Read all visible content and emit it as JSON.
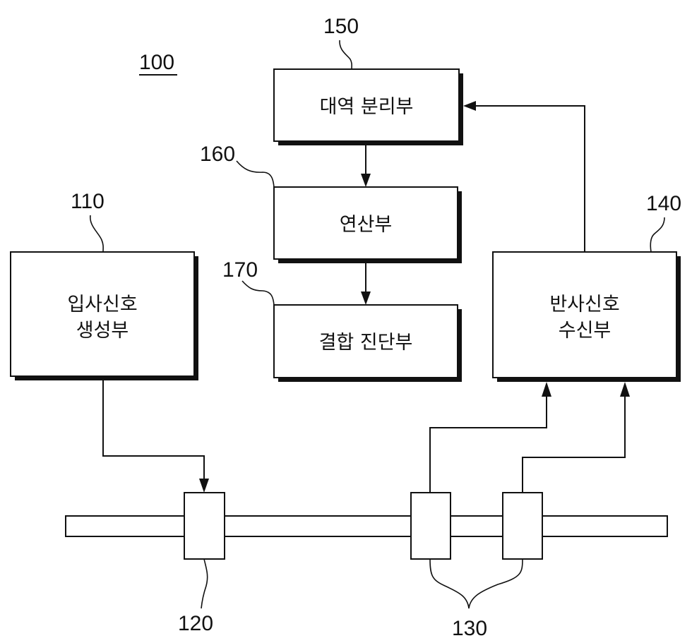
{
  "figure": {
    "reference": "100",
    "blocks": [
      {
        "id": "110",
        "label_lines": [
          "입사신호",
          "생성부"
        ]
      },
      {
        "id": "150",
        "label_lines": [
          "대역 분리부"
        ]
      },
      {
        "id": "160",
        "label_lines": [
          "연산부"
        ]
      },
      {
        "id": "170",
        "label_lines": [
          "결합 진단부"
        ]
      },
      {
        "id": "140",
        "label_lines": [
          "반사신호",
          "수신부"
        ]
      }
    ],
    "couplers": [
      {
        "id": "120"
      },
      {
        "id": "130"
      }
    ]
  }
}
